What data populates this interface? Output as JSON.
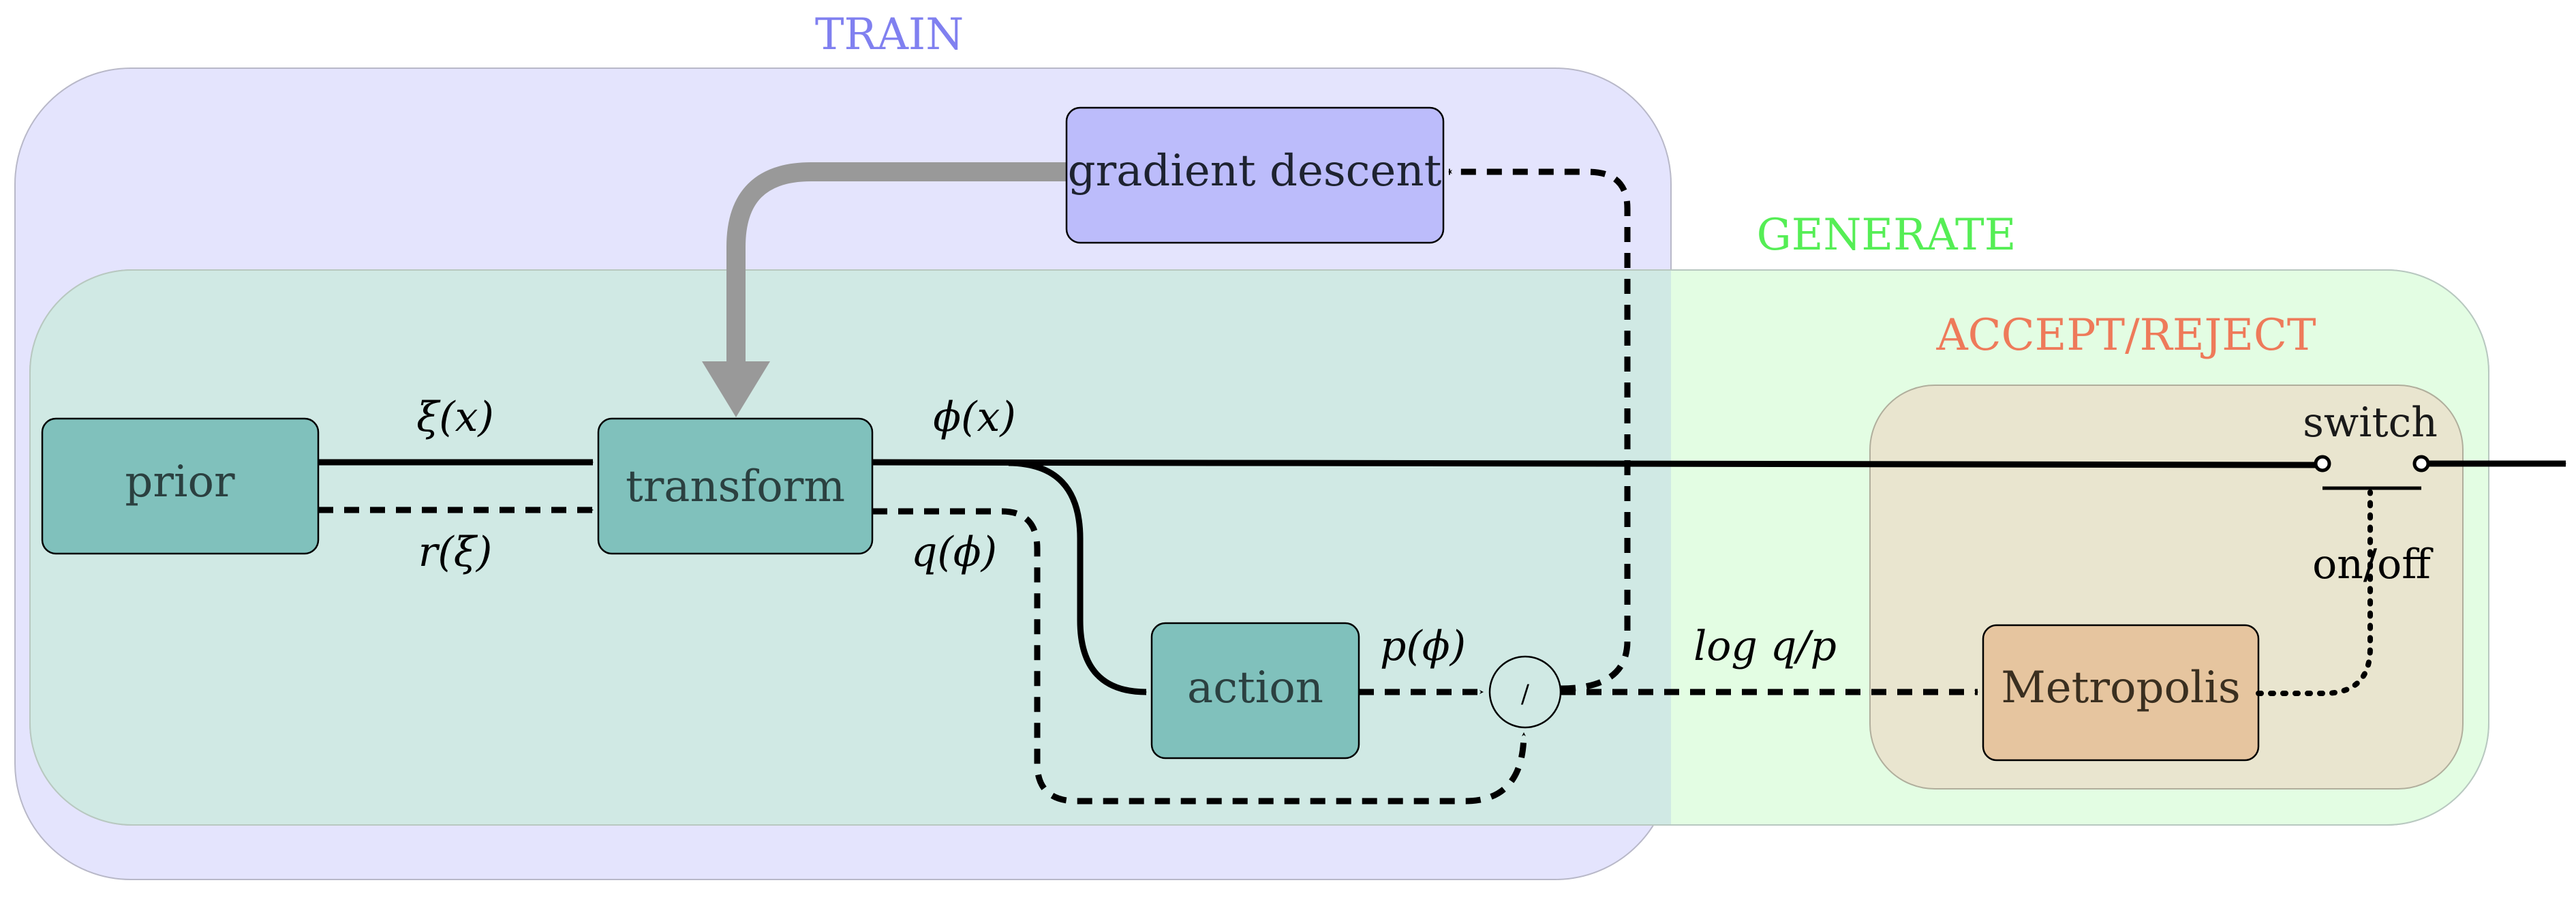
{
  "regions": {
    "train": {
      "label": "TRAIN",
      "label_color": "#8080f0",
      "fill": "#e4e4fd"
    },
    "generate": {
      "label": "GENERATE",
      "label_color": "#55ee55",
      "fill": "#e3fde3"
    },
    "accept_reject": {
      "label": "ACCEPT/REJECT",
      "label_color": "#ee7a5a",
      "fill": "#e9e5cf"
    }
  },
  "nodes": {
    "gradient_descent": {
      "label": "gradient descent",
      "fill": "#bcbcfb"
    },
    "prior": {
      "label": "prior",
      "fill": "#80c1bc"
    },
    "transform": {
      "label": "transform",
      "fill": "#80c1bc"
    },
    "action": {
      "label": "action",
      "fill": "#80c1bc"
    },
    "metropolis": {
      "label": "Metropolis",
      "fill": "#e6c59f"
    },
    "divide": {
      "label": "/"
    }
  },
  "edge_labels": {
    "xi_x": "ξ(x)",
    "r_xi": "r(ξ)",
    "phi_x": "ϕ(x)",
    "q_phi": "q(ϕ)",
    "p_phi": "p(ϕ)",
    "log_q_p": "log q/p",
    "switch": "switch",
    "on_off": "on/off"
  }
}
